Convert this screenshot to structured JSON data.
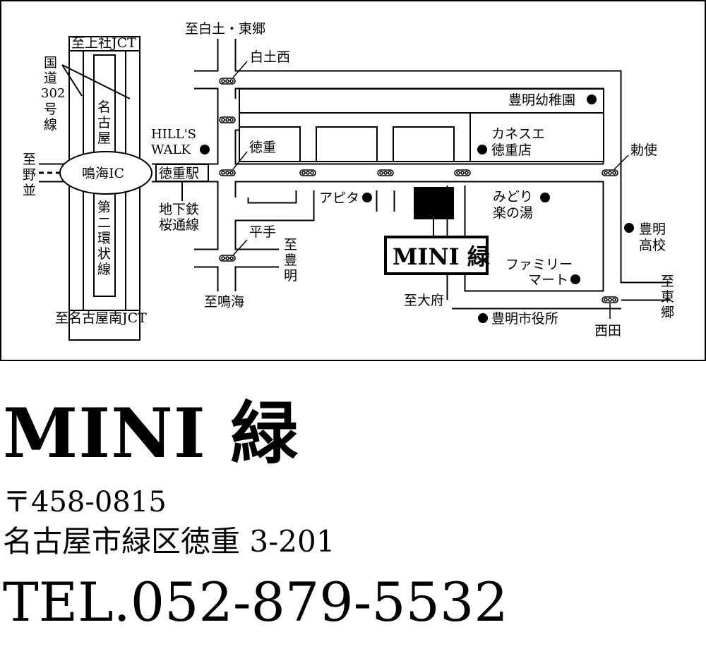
{
  "map": {
    "store_label": "MINI 緑",
    "labels": {
      "to_shirotsuchi_higashigo": "至白土・東郷",
      "shirotsuchi_nishi": "白土西",
      "to_kamiyashiro_jct": "至上社JCT",
      "route302": [
        "国",
        "道",
        "302",
        "号",
        "線"
      ],
      "nagoya_second_ring": [
        "名",
        "古",
        "屋"
      ],
      "second_ring": [
        "第",
        "二",
        "環",
        "状",
        "線"
      ],
      "to_nagoya_minami_jct": "至名古屋南JCT",
      "to_nonami": [
        "至",
        "野",
        "並"
      ],
      "narumi_ic": "鳴海IC",
      "tokushige_station": "徳重駅",
      "subway_sakuradori": [
        "地下鉄",
        "桜通線"
      ],
      "hills_walk": [
        "HILL'S",
        "WALK"
      ],
      "tokushige": "徳重",
      "hirate": "平手",
      "to_toyoake": [
        "至",
        "豊",
        "明"
      ],
      "to_narumi": "至鳴海",
      "toyoake_kindergarten": "豊明幼稚園",
      "kanesue": [
        "カネスエ",
        "徳重店"
      ],
      "apita": "アピタ",
      "midori_rakunoyu": [
        "みどり",
        "楽の湯"
      ],
      "chokushi": "勅使",
      "toyoake_high": [
        "豊明",
        "高校"
      ],
      "family_mart": [
        "ファミリー",
        "マート"
      ],
      "to_obu": "至大府",
      "toyoake_city_hall": "豊明市役所",
      "nishida": "西田",
      "to_togo": [
        "至",
        "東",
        "郷"
      ]
    }
  },
  "shop": {
    "name": "MINI 緑",
    "postal": "〒458-0815",
    "address": "名古屋市緑区徳重 3-201",
    "tel": "TEL.052-879-5532"
  }
}
